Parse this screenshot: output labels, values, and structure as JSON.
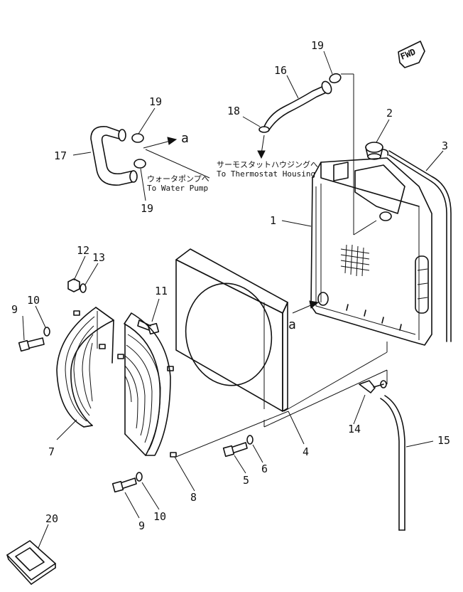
{
  "callouts": {
    "c1": "1",
    "c2": "2",
    "c3": "3",
    "c4": "4",
    "c5": "5",
    "c6": "6",
    "c7": "7",
    "c8": "8",
    "c9a": "9",
    "c9b": "9",
    "c10a": "10",
    "c10b": "10",
    "c11": "11",
    "c12": "12",
    "c13": "13",
    "c14": "14",
    "c15": "15",
    "c16": "16",
    "c17": "17",
    "c18": "18",
    "c19a": "19",
    "c19b": "19",
    "c19c": "19",
    "c20": "20"
  },
  "notes": {
    "water_pump_jp": "ウォータポンプへ",
    "water_pump_en": "To Water Pump",
    "thermostat_jp": "サーモスタットハウジングへ",
    "thermostat_en": "To Thermostat Housing",
    "ref_a_top": "a",
    "ref_a_mid": "a"
  },
  "fwd_label": "FWD"
}
